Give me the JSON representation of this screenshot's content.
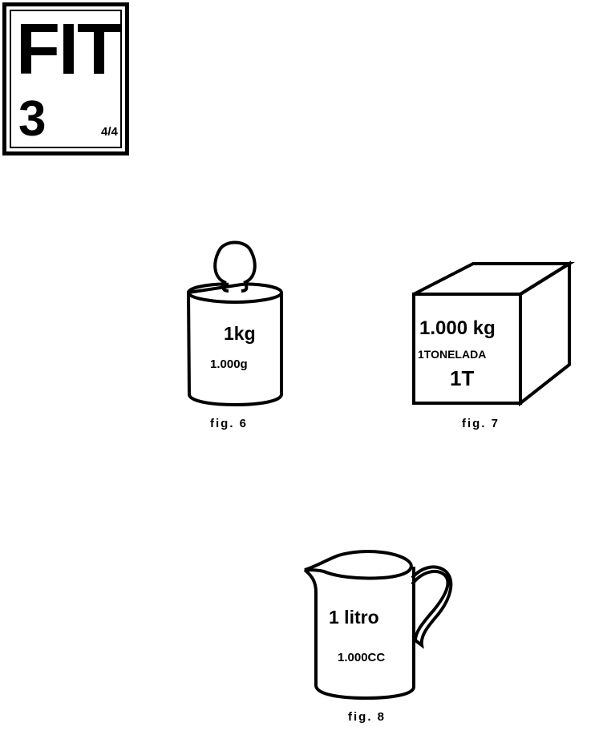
{
  "badge": {
    "code": "FIT",
    "number": "3",
    "fraction": "4/4"
  },
  "figures": {
    "weight": {
      "main_label": "1kg",
      "sub_label": "1.000g",
      "caption": "fig. 6"
    },
    "cube": {
      "main_label": "1.000 kg",
      "sub_label": "1TONELADA",
      "symbol": "1T",
      "caption": "fig. 7"
    },
    "jug": {
      "main_label": "1 litro",
      "sub_label": "1.000CC",
      "caption": "fig. 8"
    }
  }
}
